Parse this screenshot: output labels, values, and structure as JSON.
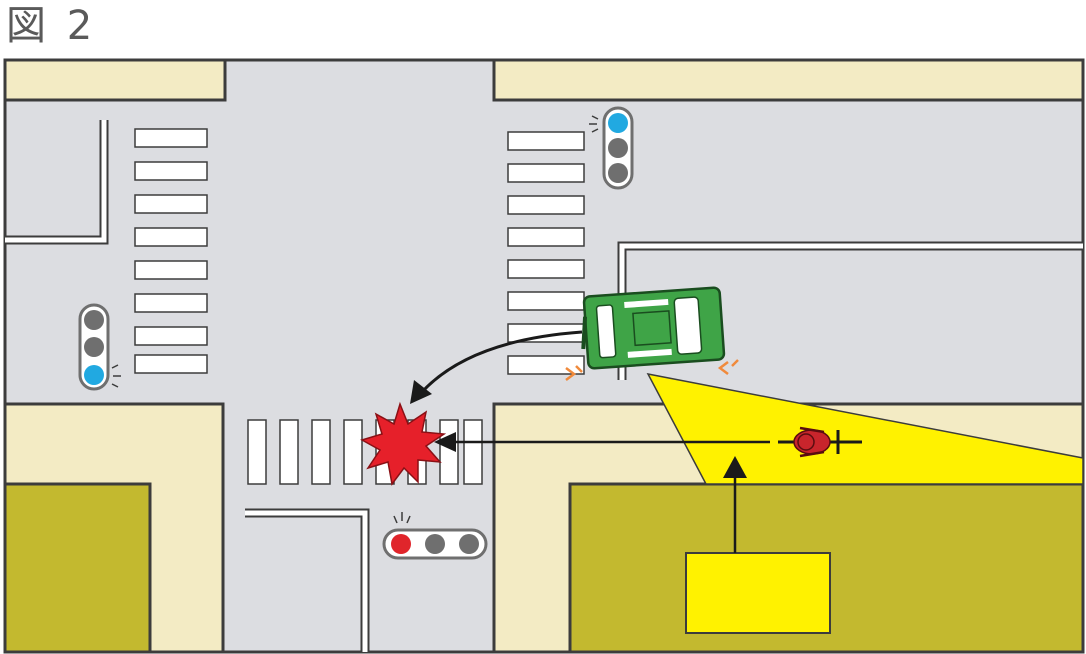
{
  "figure": {
    "label": "図 2"
  },
  "colors": {
    "road": "#dcdde1",
    "sidewalk": "#f3ebc4",
    "building": "#c3b92f",
    "outline": "#3c3c3c",
    "crosswalk": "#ffffff",
    "car_body": "#3fa447",
    "blind_spot": "#fff200",
    "signal_red": "#e0252b",
    "signal_blue": "#21a9e1",
    "signal_off": "#6f6f6f",
    "collision": "#e6202a",
    "bicycle": "#c8252c",
    "turn_signal": "#f08a3c"
  },
  "signals": [
    {
      "id": "top-right",
      "lit": "blue"
    },
    {
      "id": "left",
      "lit": "blue"
    },
    {
      "id": "bottom",
      "lit": "red"
    }
  ]
}
